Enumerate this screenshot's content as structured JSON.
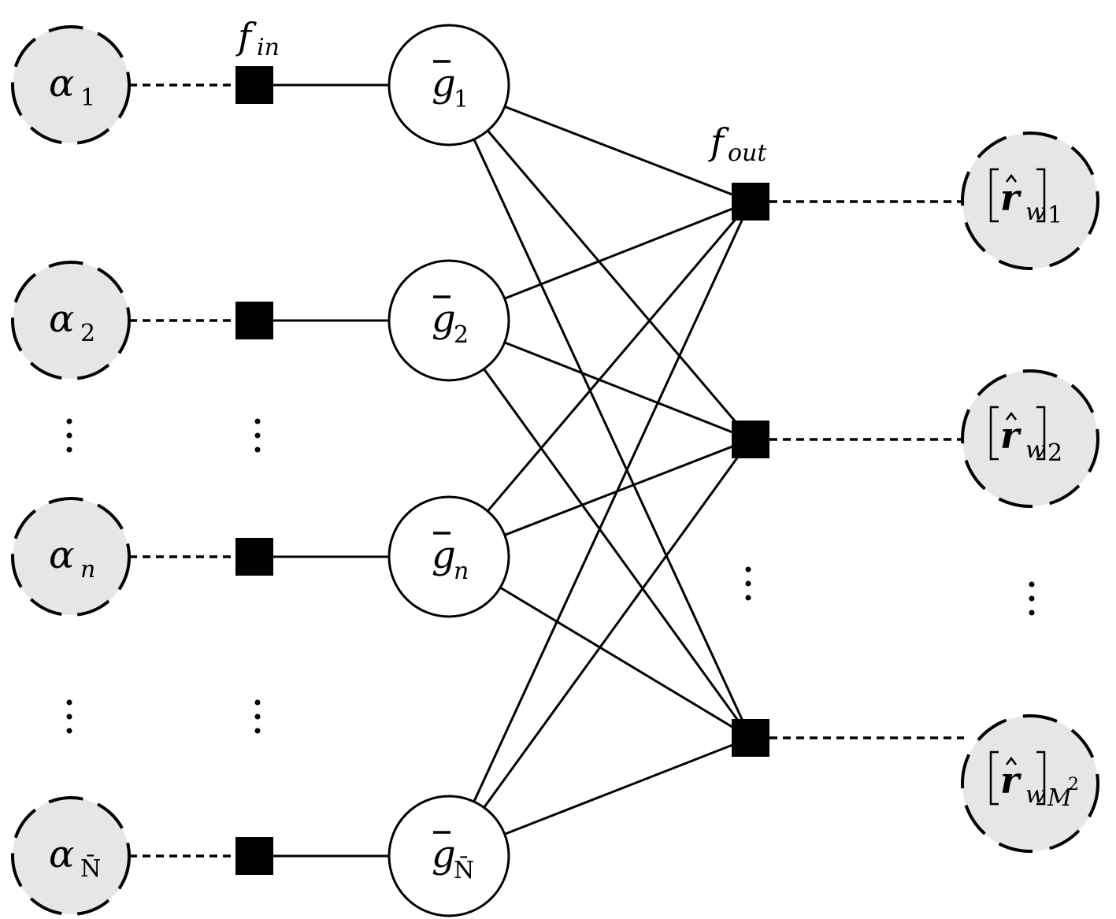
{
  "figure": {
    "type": "factor-graph",
    "colors": {
      "stroke": "#000000",
      "observed_fill": "#e6e6e6",
      "latent_fill": "#ffffff",
      "factor_fill": "#000000"
    }
  },
  "factor_labels": {
    "input": {
      "base": "f",
      "sub": "in"
    },
    "output": {
      "base": "f",
      "sub": "out"
    }
  },
  "input_nodes": [
    {
      "id": "alpha_1",
      "base": "α",
      "sub": "1"
    },
    {
      "id": "alpha_2",
      "base": "α",
      "sub": "2"
    },
    {
      "id": "alpha_n",
      "base": "α",
      "sub": "n"
    },
    {
      "id": "alpha_Nbar",
      "base": "α",
      "sub": "N̄"
    }
  ],
  "latent_nodes": [
    {
      "id": "g_1",
      "base": "ḡ",
      "sub": "1"
    },
    {
      "id": "g_2",
      "base": "ḡ",
      "sub": "2"
    },
    {
      "id": "g_n",
      "base": "ḡ",
      "sub": "n"
    },
    {
      "id": "g_Nbar",
      "base": "ḡ",
      "sub": "N̄"
    }
  ],
  "output_factors": [
    {
      "id": "fout_1"
    },
    {
      "id": "fout_2"
    },
    {
      "id": "fout_M2"
    }
  ],
  "output_nodes": [
    {
      "id": "r_1",
      "base": "r̂",
      "sub_w": "w",
      "index": "1"
    },
    {
      "id": "r_2",
      "base": "r̂",
      "sub_w": "w",
      "index": "2"
    },
    {
      "id": "r_M2",
      "base": "r̂",
      "sub_w": "w",
      "index": "M",
      "index_sup": "2"
    }
  ],
  "ellipsis": "⋮",
  "edges": {
    "input_to_fin": "dashed",
    "fin_to_latent": "solid",
    "latent_to_fout": "solid-all-to-all",
    "fout_to_output": "dashed"
  }
}
